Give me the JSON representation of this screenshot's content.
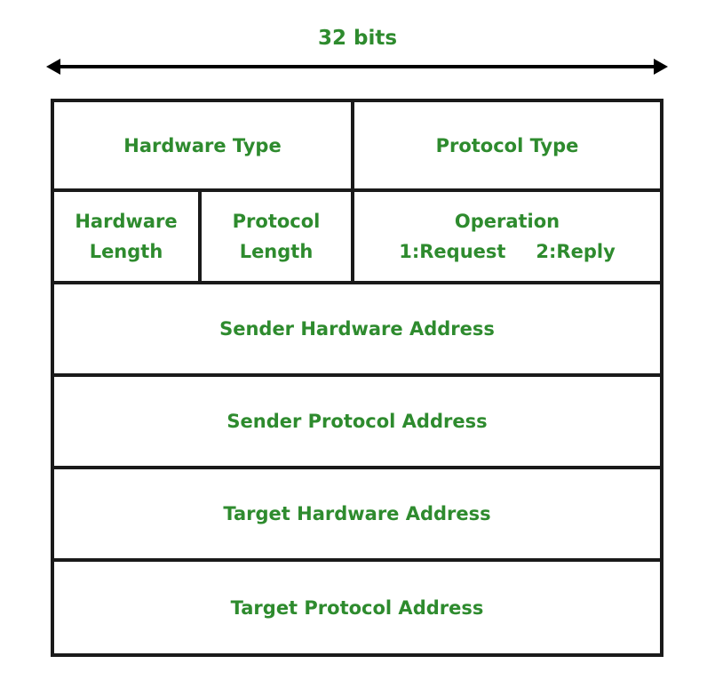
{
  "diagram": {
    "width_label": "32 bits",
    "colors": {
      "label_text": "#2e8b2e",
      "border": "#1a1a1a",
      "background": "#ffffff"
    },
    "fields": {
      "hardware_type": "Hardware Type",
      "protocol_type": "Protocol Type",
      "hardware_length": {
        "line1": "Hardware",
        "line2": "Length"
      },
      "protocol_length": {
        "line1": "Protocol",
        "line2": "Length"
      },
      "operation": {
        "title": "Operation",
        "request": "1:Request",
        "reply": "2:Reply"
      },
      "sender_hardware_address": "Sender Hardware Address",
      "sender_protocol_address": "Sender Protocol Address",
      "target_hardware_address": "Target Hardware Address",
      "target_protocol_address": "Target Protocol Address"
    }
  }
}
